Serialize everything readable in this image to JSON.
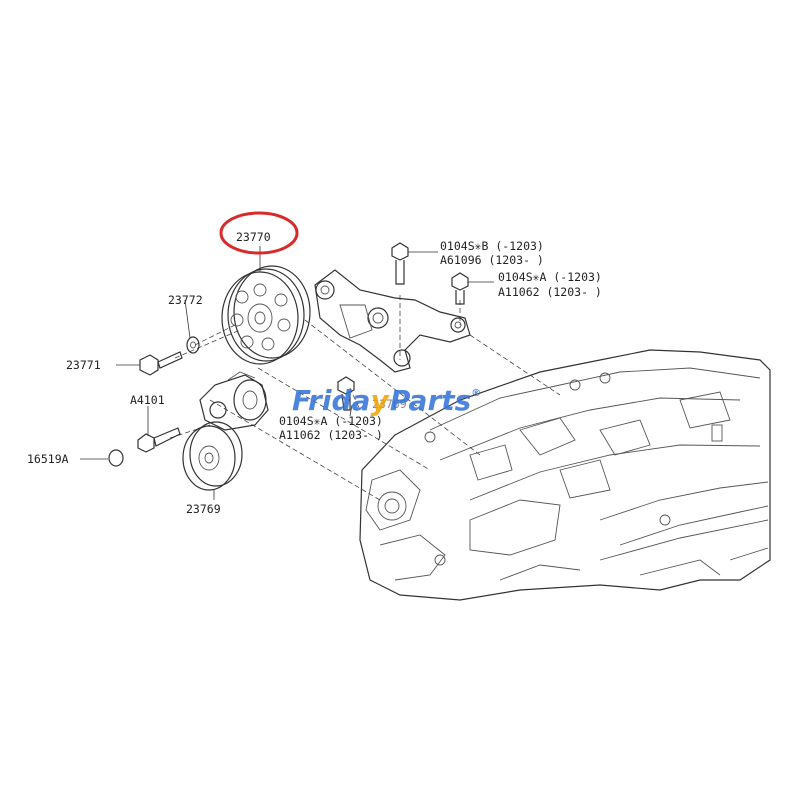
{
  "labels": {
    "pulley": "23770",
    "washer": "23772",
    "pulley_bolt": "23771",
    "tensioner_bolt": "A4101",
    "plug": "16519A",
    "idler": "23769",
    "bolt_top_1a": "0104S✳B (-1203)",
    "bolt_top_1b": "A61096 (1203- )",
    "bolt_top_2a": "0104S✳A (-1203)",
    "bolt_top_2b": "A11062 (1203- )",
    "bolt_mid_a": "0104S✳A (-1203)",
    "bolt_mid_b": "A11062 (1203- )",
    "hidden_ref": "23769"
  },
  "watermark": {
    "text_a": "Frida",
    "text_b": "Parts",
    "mark": "®"
  },
  "colors": {
    "highlight": "#d82a2a",
    "watermark_blue": "#2f6fd6",
    "watermark_orange": "#f2a200"
  }
}
